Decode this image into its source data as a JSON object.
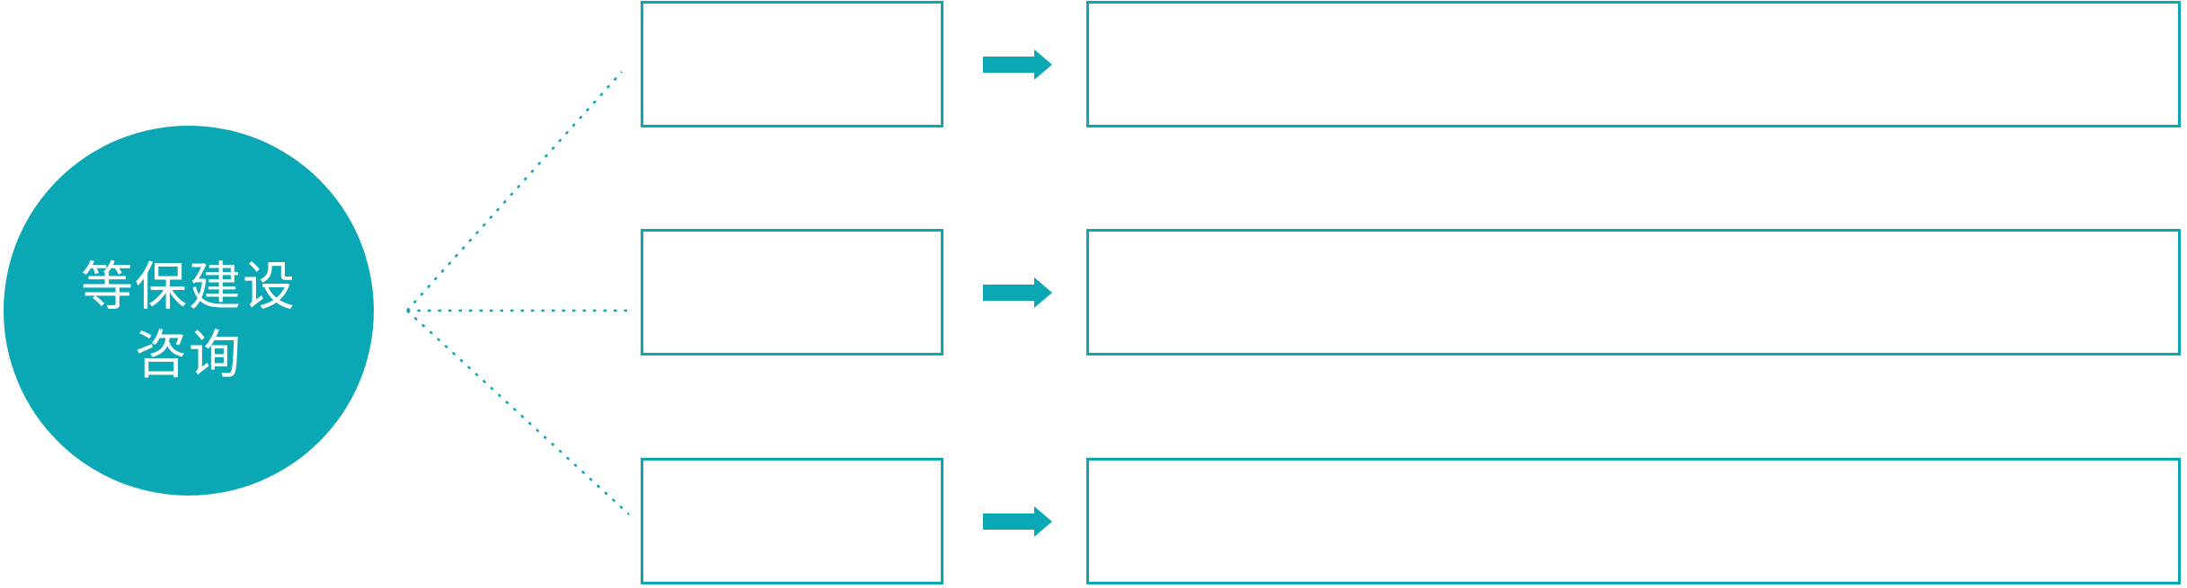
{
  "diagram": {
    "background_color": "#ffffff",
    "accent_color": "#0aa8b5",
    "circle": {
      "label_line1": "等保建设",
      "label_line2": "咨询",
      "text_color": "#ffffff"
    },
    "connectors": {
      "style": "dotted",
      "count": 3
    },
    "rows": [
      {
        "small_box_text": "",
        "large_box_text": ""
      },
      {
        "small_box_text": "",
        "large_box_text": ""
      },
      {
        "small_box_text": "",
        "large_box_text": ""
      }
    ]
  }
}
